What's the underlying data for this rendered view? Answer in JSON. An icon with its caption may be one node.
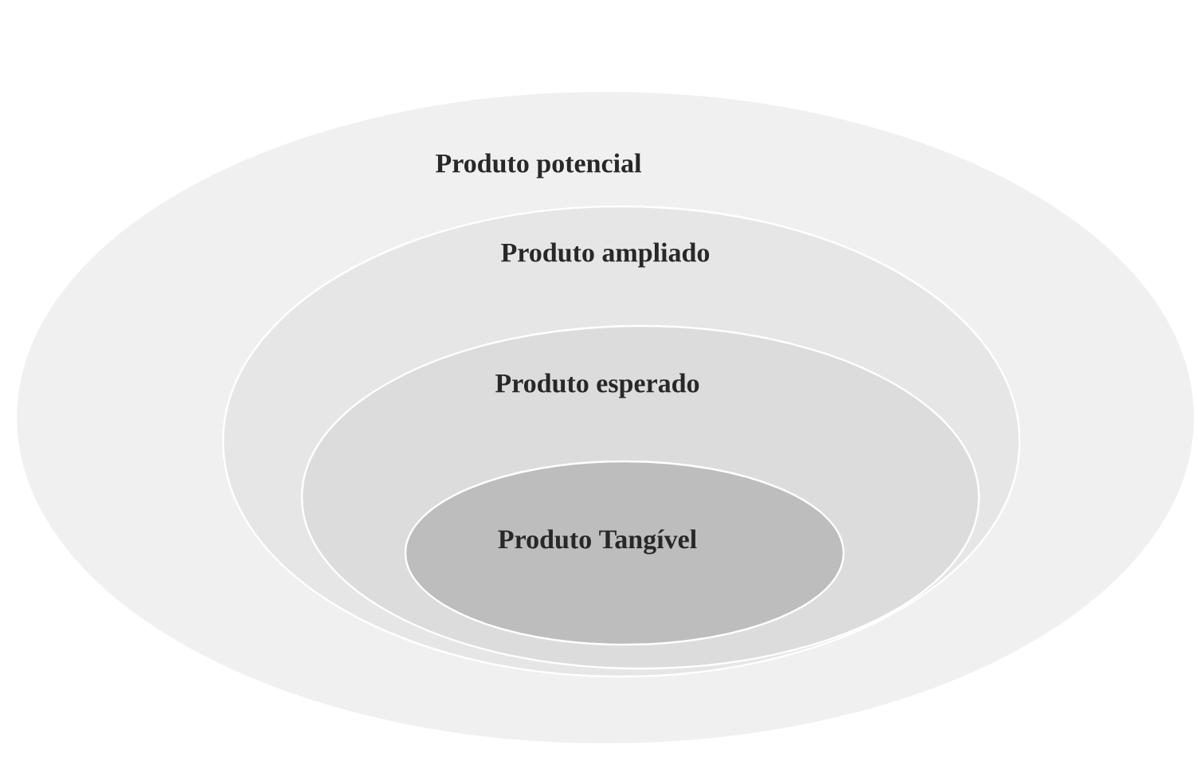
{
  "diagram": {
    "nodes": [
      {
        "text": [
          "Produto potencial"
        ]
      },
      {
        "text": [
          "Produto ampliado"
        ],
        "in": 0
      },
      {
        "text": [
          "Produto esperado"
        ],
        "in": 1
      },
      {
        "text": [
          "Produto Tangível"
        ],
        "in": 2
      }
    ]
  }
}
